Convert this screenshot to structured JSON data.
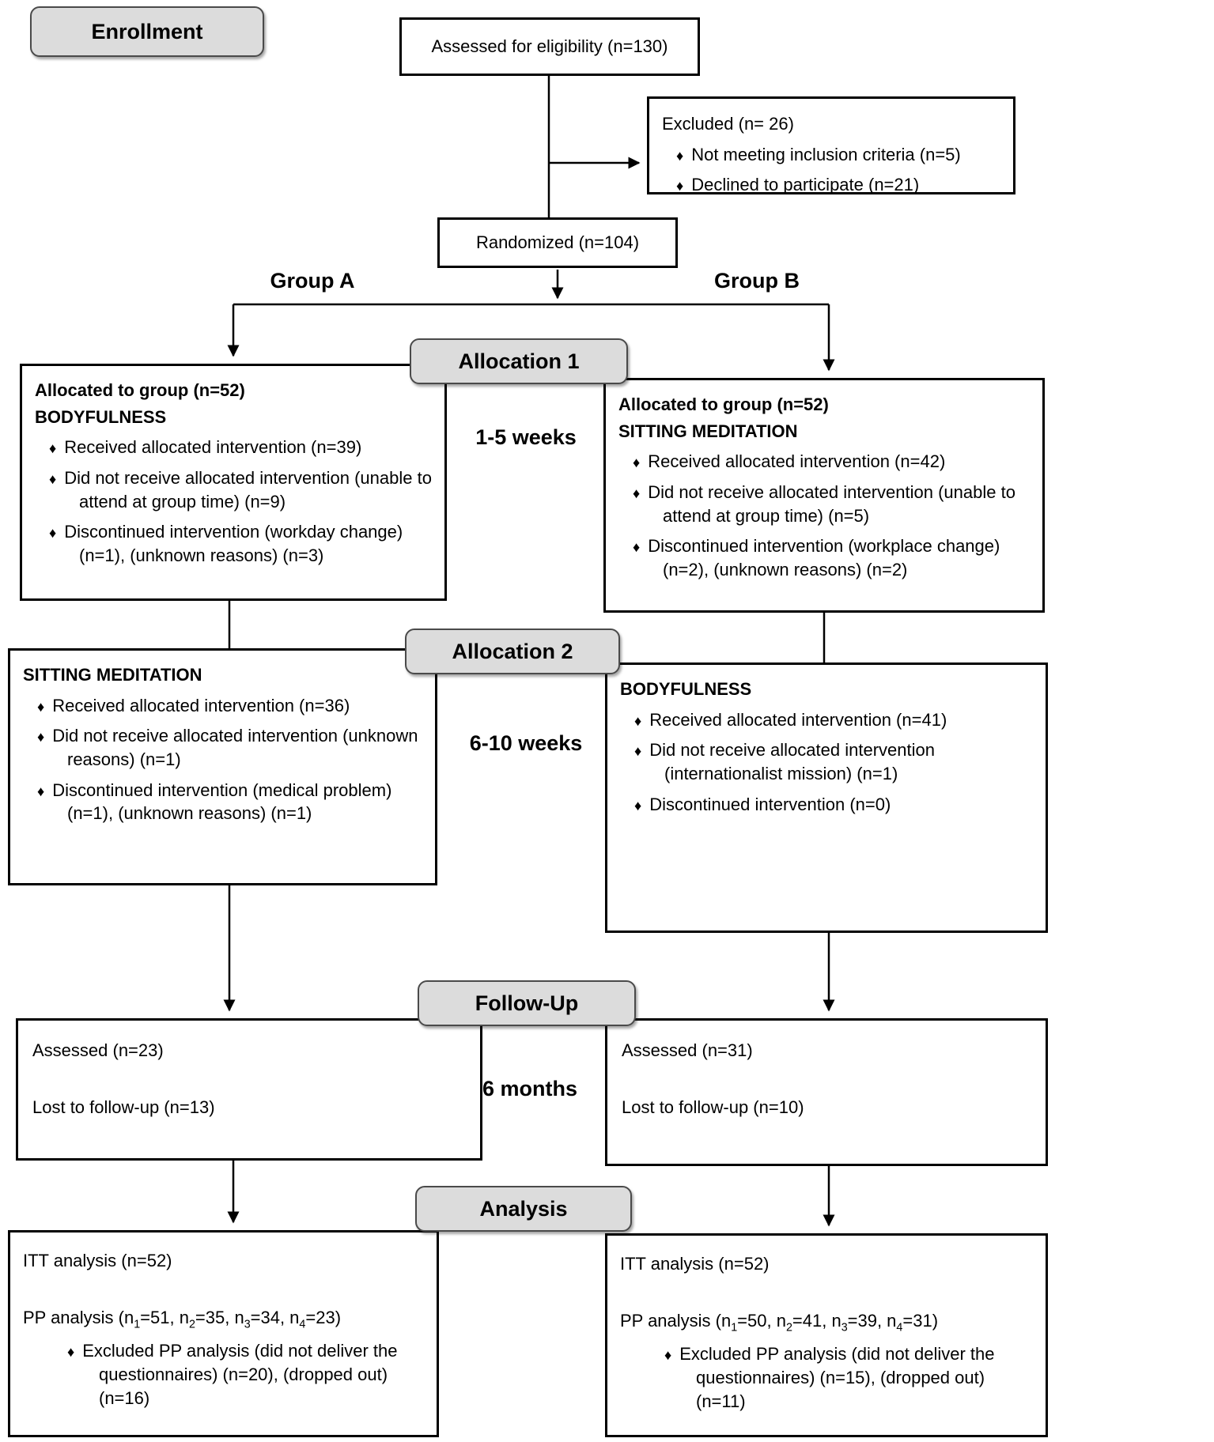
{
  "bullet_char": "♦",
  "colors": {
    "pill_fill": "#dcdcdc",
    "pill_border": "#4a4a4a",
    "box_border": "#000000",
    "connector": "#000000",
    "background": "#ffffff"
  },
  "stages": {
    "enrollment": {
      "label": "Enrollment"
    },
    "assessed": {
      "text": "Assessed for eligibility (n=130)"
    },
    "excluded": {
      "lines": [
        {
          "style": "plain",
          "text": "Excluded (n= 26)"
        },
        {
          "style": "bullet",
          "text": "Not meeting inclusion criteria (n=5)"
        },
        {
          "style": "bullet",
          "text": "Declined to participate (n=21)"
        }
      ]
    },
    "randomized": {
      "text": "Randomized (n=104)"
    },
    "group_a": {
      "label": "Group A"
    },
    "group_b": {
      "label": "Group B"
    },
    "allocation1": {
      "label": "Allocation 1",
      "period": "1-5 weeks",
      "left": {
        "lines": [
          {
            "style": "bold",
            "text": "Allocated to group (n=52)"
          },
          {
            "style": "bold",
            "text": "BODYFULNESS"
          },
          {
            "style": "bullet",
            "text": "Received allocated intervention (n=39)"
          },
          {
            "style": "bullet",
            "text": "Did not receive allocated intervention (unable to attend at group time) (n=9)"
          },
          {
            "style": "bullet",
            "text": "Discontinued intervention (workday change) (n=1), (unknown reasons) (n=3)"
          }
        ]
      },
      "right": {
        "lines": [
          {
            "style": "bold",
            "text": "Allocated to group (n=52)"
          },
          {
            "style": "bold",
            "text": "SITTING MEDITATION"
          },
          {
            "style": "bullet",
            "text": "Received allocated intervention (n=42)"
          },
          {
            "style": "bullet",
            "text": "Did not receive allocated intervention (unable to attend at group time) (n=5)"
          },
          {
            "style": "bullet",
            "text": "Discontinued intervention (workplace change) (n=2), (unknown reasons) (n=2)"
          }
        ]
      }
    },
    "allocation2": {
      "label": "Allocation 2",
      "period": "6-10 weeks",
      "left": {
        "lines": [
          {
            "style": "bold",
            "text": "SITTING MEDITATION"
          },
          {
            "style": "bullet",
            "text": "Received allocated intervention (n=36)"
          },
          {
            "style": "bullet",
            "text": "Did not receive allocated intervention (unknown reasons) (n=1)"
          },
          {
            "style": "bullet",
            "text": "Discontinued intervention (medical problem) (n=1), (unknown reasons) (n=1)"
          }
        ]
      },
      "right": {
        "lines": [
          {
            "style": "bold",
            "text": "BODYFULNESS"
          },
          {
            "style": "bullet",
            "text": "Received allocated intervention (n=41)"
          },
          {
            "style": "bullet",
            "text": "Did not receive allocated intervention (internationalist mission) (n=1)"
          },
          {
            "style": "bullet",
            "text": "Discontinued intervention (n=0)"
          }
        ]
      }
    },
    "followup": {
      "label": "Follow-Up",
      "period": "6 months",
      "left": {
        "lines": [
          {
            "style": "plain",
            "text": "Assessed (n=23)"
          },
          {
            "style": "plain gap",
            "text": "Lost to follow-up (n=13)"
          }
        ]
      },
      "right": {
        "lines": [
          {
            "style": "plain",
            "text": "Assessed (n=31)"
          },
          {
            "style": "plain gap",
            "text": "Lost to follow-up (n=10)"
          }
        ]
      }
    },
    "analysis": {
      "label": "Analysis",
      "left": {
        "lines": [
          {
            "style": "plain",
            "text": "ITT analysis (n=52)"
          },
          {
            "style": "plain gap",
            "text": "PP analysis (n_1=51, n_2=35, n_3=34, n_4=23)"
          },
          {
            "style": "bullet indent",
            "text": "Excluded PP analysis (did not deliver the questionnaires) (n=20), (dropped out) (n=16)"
          }
        ]
      },
      "right": {
        "lines": [
          {
            "style": "plain",
            "text": "ITT analysis (n=52)"
          },
          {
            "style": "plain gap",
            "text": "PP analysis (n_1=50, n_2=41, n_3=39, n_4=31)"
          },
          {
            "style": "bullet indent",
            "text": "Excluded PP analysis (did not deliver the questionnaires) (n=15), (dropped out) (n=11)"
          }
        ]
      }
    }
  }
}
